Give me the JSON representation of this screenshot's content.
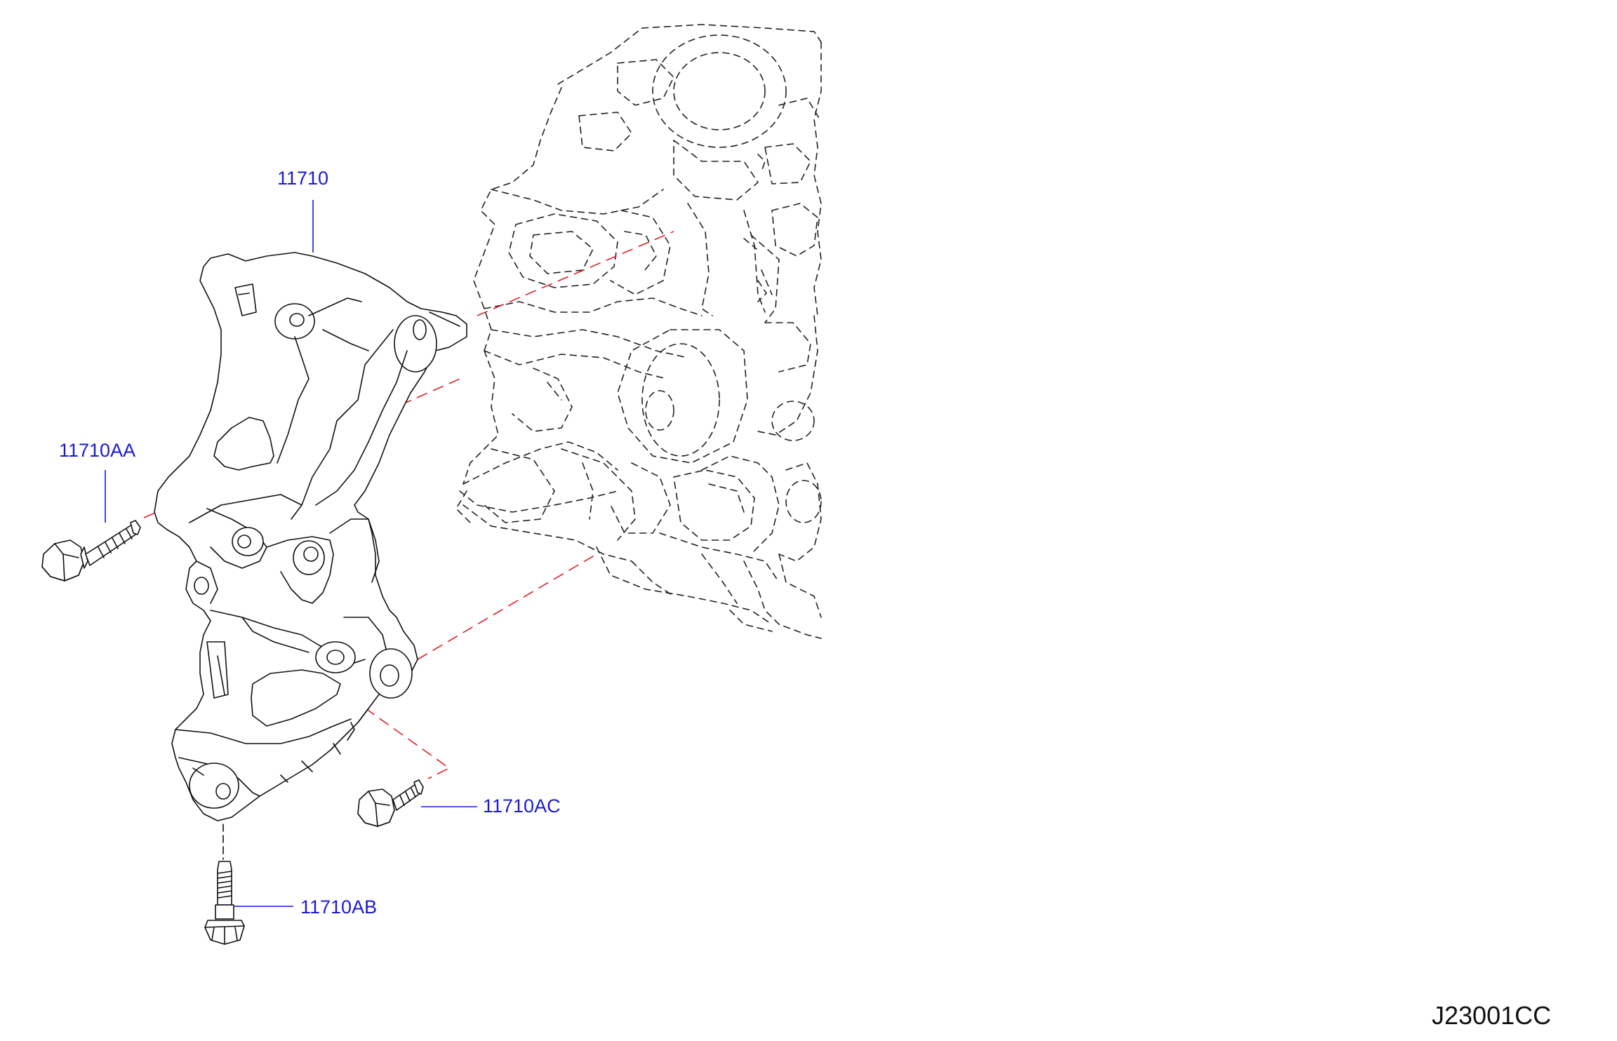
{
  "diagram": {
    "reference_code": "J23001CC",
    "parts": [
      {
        "id": "bracket",
        "part_number": "11710"
      },
      {
        "id": "bolt-long",
        "part_number": "11710AA"
      },
      {
        "id": "bolt-bottom",
        "part_number": "11710AB"
      },
      {
        "id": "bolt-short",
        "part_number": "11710AC"
      }
    ],
    "colors": {
      "callout_text": "#1a1ad6",
      "installation_lines": "#e01e2a",
      "line_art": "#111111"
    }
  }
}
